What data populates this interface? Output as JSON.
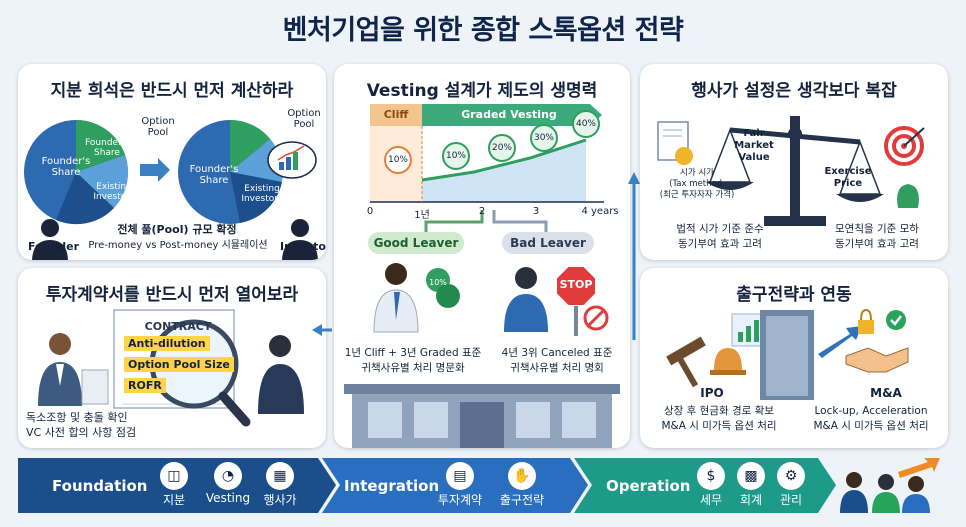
{
  "title": "벤처기업을 위한 종합 스톡옵션 전략",
  "colors": {
    "navy": "#1b3f72",
    "blue": "#2f72b8",
    "teal": "#1e9a8a",
    "green": "#28a35c",
    "orange": "#e2803a"
  },
  "p1": {
    "heading": "지분 희석은 반드시 먼저 계산하라",
    "founders_share": "Founder's Share",
    "existing_investors": "Existing Investors",
    "founders_share_short": "Founder's Share",
    "option_pool": "Option Pool",
    "founder": "Founder",
    "investor": "Investor",
    "note1": "전체 풀(Pool) 규모 확정",
    "note2": "Pre-money vs Post-money 시뮬레이션"
  },
  "p2": {
    "heading": "Vesting 설계가 제도의 생명력",
    "cliff": "Cliff",
    "graded": "Graded Vesting",
    "pct": [
      "10%",
      "10%",
      "20%",
      "30%",
      "40%"
    ],
    "ticks": [
      "0",
      "1년",
      "2",
      "3",
      "4 years"
    ],
    "good_leaver": "Good Leaver",
    "bad_leaver": "Bad Leaver",
    "good_caption": "1년 Cliff + 3년 Graded 표준\n귀책사유별 처리 명문화",
    "bad_caption": "4년 3위 Canceled 표준\n귀책사유별 처리 명회",
    "stop": "STOP",
    "coin": "10%"
  },
  "p3": {
    "heading": "행사가 설정은 생각보다 복잡",
    "fmv": "Fair Market Value",
    "exercise": "Exercise Price",
    "tax_note": "시가 시가\n(Tax method,\n(최근 투자자자 가격)",
    "left_caption": "법적 시가 기준 준수\n동기부여 효과 고려",
    "right_caption": "모연칙을 기준 모하\n동기부여 효과 고려"
  },
  "p4": {
    "heading": "투자계약서를 반드시 먼저 열어보라",
    "contract": "CONTRACT",
    "items": [
      "Anti-dilution",
      "Option Pool Size",
      "ROFR"
    ],
    "caption": "독소조항 및 충돌 확인\nVC 사전 합의 사항 점검"
  },
  "p5": {
    "heading": "출구전략과 연동",
    "ipo": "IPO",
    "ma": "M&A",
    "ipo_caption": "상장 후 현금화 경로 확보\nM&A 시 미가득 옵션 처리",
    "ma_caption": "Lock-up, Acceleration\nM&A 시 미가득 옵션 처리"
  },
  "bottom": {
    "foundation": "Foundation",
    "integration": "Integration",
    "operation": "Operation",
    "f_items": [
      "지분",
      "Vesting",
      "행사가"
    ],
    "i_items": [
      "투자계약",
      "출구전략"
    ],
    "o_items": [
      "세무",
      "회계",
      "관리"
    ]
  }
}
